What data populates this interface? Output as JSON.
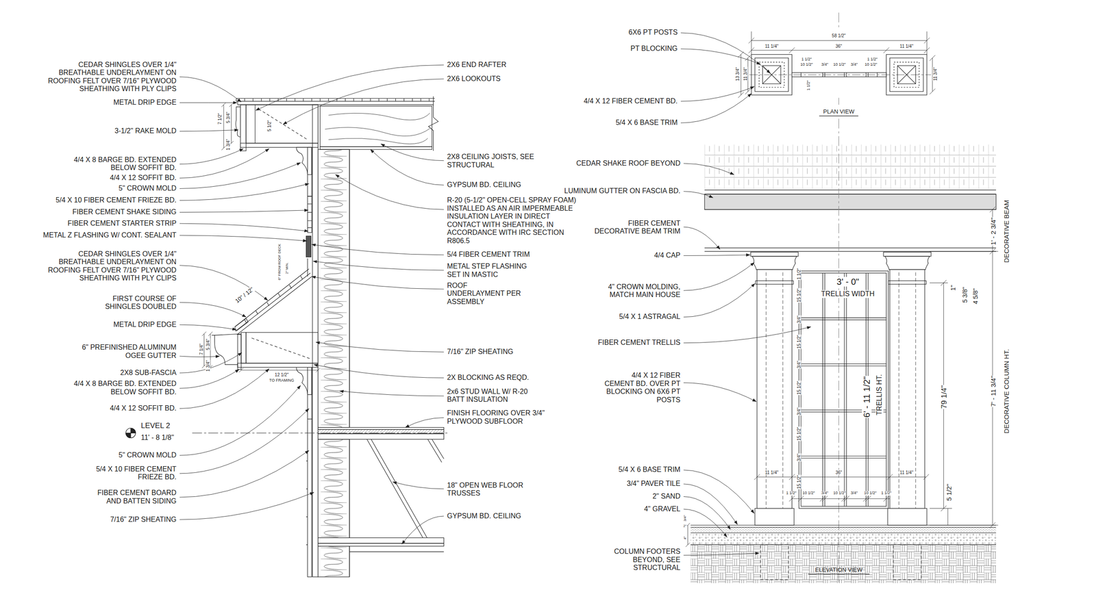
{
  "diagram": {
    "labels": [
      "CEDAR SHINGLES OVER 1/4\" BREATHABLE UNDERLAYMENT ON ROOFING FELT OVER 7/16\" PLYWOOD SHEATHING WITH PLY CLIPS",
      "METAL DRIP EDGE",
      "3-1/2\" RAKE MOLD",
      "4/4 X 8 BARGE BD. EXTENDED BELOW SOFFIT BD.",
      "4/4 X 12 SOFFIT BD.",
      "5\" CROWN MOLD",
      "5/4 X 10 FIBER CEMENT FRIEZE BD.",
      "FIBER CEMENT SHAKE SIDING",
      "FIBER CEMENT STARTER STRIP",
      "METAL Z FLASHING W/ CONT. SEALANT",
      "CEDAR SHINGLES OVER 1/4\" BREATHABLE UNDERLAYMENT ON ROOFING FELT OVER 7/16\" PLYWOOD SHEATHING WITH PLY CLIPS",
      "FIRST COURSE OF SHINGLES DOUBLED",
      "METAL DRIP EDGE",
      "6\" PREFINISHED ALUMINUM OGEE GUTTER",
      "2X8 SUB-FASCIA",
      "4/4 X 8 BARGE BD. EXTENDED BELOW SOFFIT BD.",
      "4/4 X 12 SOFFIT BD.",
      "LEVEL 2",
      "11' - 8 1/8\"",
      "5\" CROWN MOLD",
      "5/4 X 10 FIBER CEMENT FRIEZE BD.",
      "FIBER CEMENT BOARD AND BATTEN SIDING",
      "7/16\" ZIP SHEATING",
      "2X6 END RAFTER",
      "2X6 LOOKOUTS",
      "2X8 CEILING JOISTS, SEE STRUCTURAL",
      "GYPSUM BD. CEILING",
      "R-20 (5-1/2\" OPEN-CELL SPRAY FOAM) INSTALLED AS AN AIR IMPERMEABLE INSULATION LAYER IN DIRECT CONTACT WITH SHEATHING, IN ACCORDANCE WITH IRC SECTION R806.5",
      "5/4 FIBER CEMENT TRIM",
      "METAL STEP FLASHING SET IN MASTIC",
      "ROOF UNDERLAYMENT PER ASSEMBLY",
      "7/16\" ZIP SHEATING",
      "2X BLOCKING AS REQD.",
      "2x6 STUD WALL W/ R-20 BATT INSULATION",
      "FINISH FLOORING OVER 3/4\" PLYWOOD SUBFLOOR",
      "18\" OPEN WEB FLOOR TRUSSES",
      "GYPSUM BD. CEILING",
      "7 1/2\"",
      "5 3/4\"",
      "1 3/4\"",
      "5 1/2\"",
      "10\" / 12\"",
      "6\" FROM ROOF DECK",
      "2\" MIN.",
      "7 1/4\"",
      "5 3/4\"",
      "1 3/4\"",
      "12 1/2\"",
      "TO FRAMING",
      "6X6 PT POSTS",
      "PT BLOCKING",
      "4/4 X 12 FIBER CEMENT BD.",
      "5/4 X 6 BASE TRIM",
      "58 1/2\"",
      "11 1/4\"",
      "36\"",
      "11 1/4\"",
      "13 3/4\"",
      "11 3/4\"",
      "1 1/2\"",
      "10 1/2\"",
      "3/4\"",
      "10 1/2\"",
      "3/4\"",
      "10 1/2\"",
      "1 1/2\"",
      "1 1/2\"",
      "11 3/4\"",
      "PLAN VIEW",
      "CEDAR SHAKE ROOF BEYOND",
      "LUMINUM GUTTER ON FASCIA BD.",
      "FIBER CEMENT DECORATIVE BEAM TRIM",
      "4/4 CAP",
      "4\" CROWN MOLDING, MATCH MAIN HOUSE",
      "5/4 X 1 ASTRAGAL",
      "FIBER CEMENT TRELLIS",
      "4/4 X 12 FIBER CEMENT BD. OVER PT BLOCKING ON 6X6 PT POSTS",
      "5/4 X 6 BASE TRIM",
      "3/4\" PAVER TILE",
      "2\" SAND",
      "4\" GRAVEL",
      "COLUMN FOOTERS BEYOND, SEE STRUCTURAL",
      "ELEVATION VIEW",
      "3' - 0\"",
      "TRELLIS WIDTH",
      "6' - 11 1/2\"",
      "TRELLIS HT.",
      "79 1/4\"",
      "1' - 2 3/4\"",
      "DECORATIVE BEAM",
      "7' - 11 3/4\"",
      "DECORATIVE COLUMN HT.",
      "1\"",
      "5 3/8\"",
      "4 5/8\"",
      "5 1/2\"",
      "1 1/2\"",
      "15 1/2\"",
      "3/4\"",
      "15 1/2\"",
      "3/4\"",
      "15 1/2\"",
      "3/4\"",
      "15 1/2\"",
      "3/4\"",
      "15 1/2\"",
      "11 1/4\"",
      "36\"",
      "11 1/4\"",
      "1 1/2\"",
      "10 1/2\"",
      "3/4\"",
      "10 1/2\"",
      "3/4\"",
      "10 1/2\"",
      "1 1/2\"",
      "3/4\"",
      "2\"",
      "4\""
    ]
  }
}
